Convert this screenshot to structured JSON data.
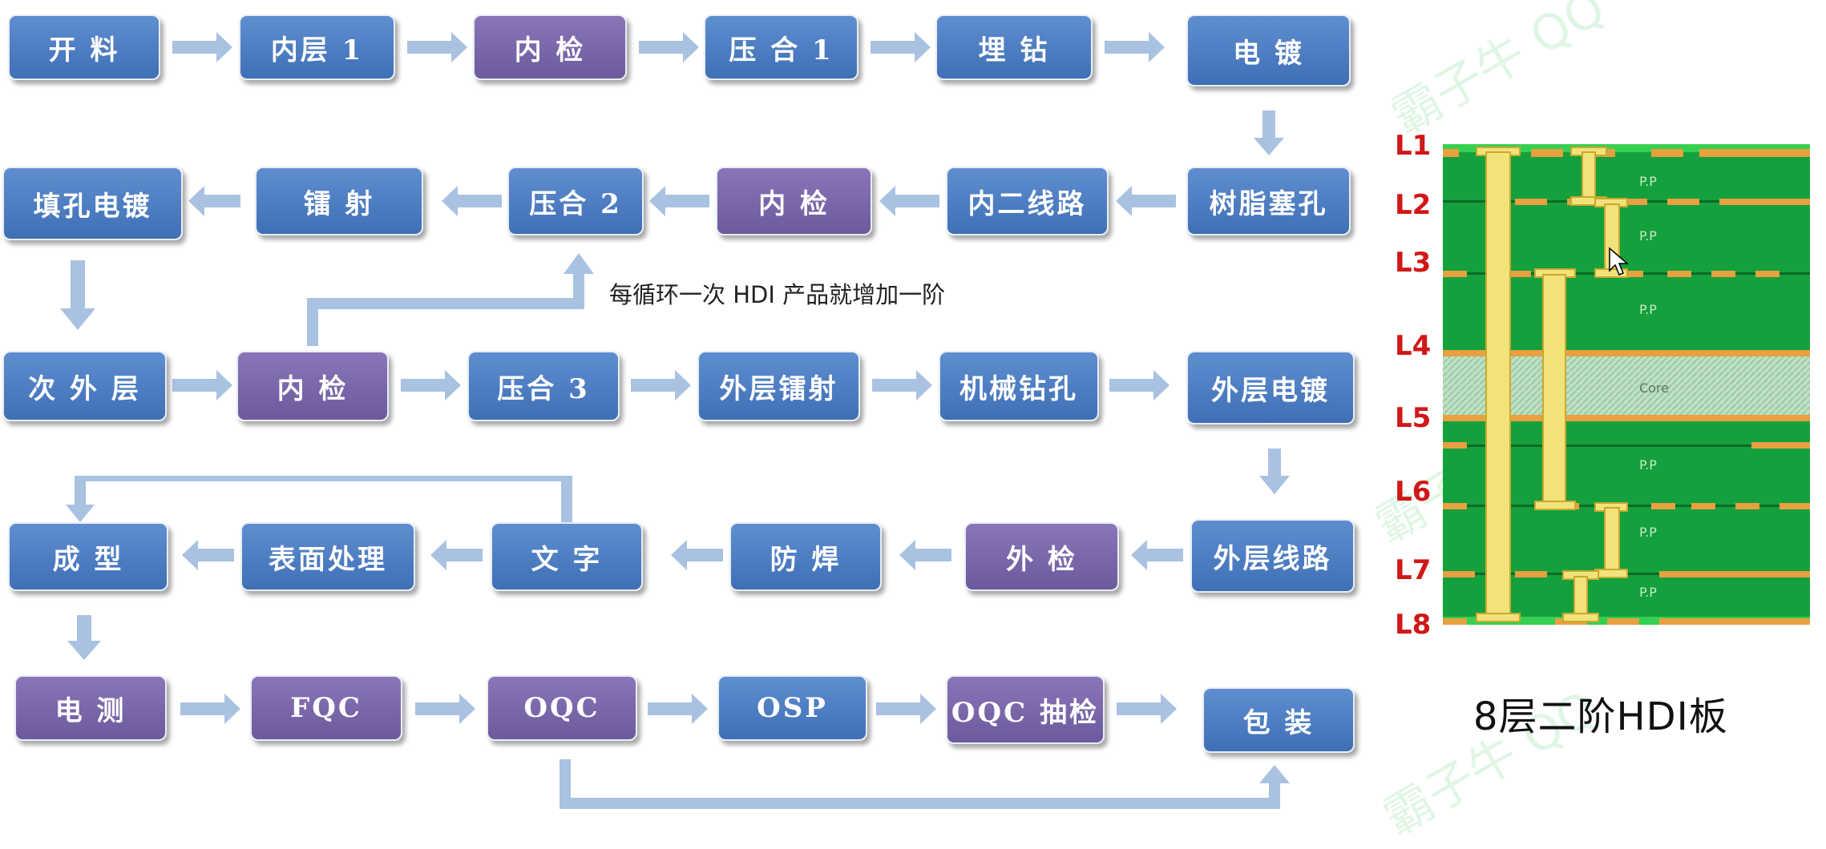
{
  "steps": [
    {
      "id": "s1",
      "label": "开 料",
      "variant": "blue"
    },
    {
      "id": "s2",
      "label": "内层 1",
      "variant": "blue"
    },
    {
      "id": "s3",
      "label": "内 检",
      "variant": "purple"
    },
    {
      "id": "s4",
      "label": "压 合 1",
      "variant": "blue"
    },
    {
      "id": "s5",
      "label": "埋 钻",
      "variant": "blue"
    },
    {
      "id": "s6",
      "label": "电 镀",
      "variant": "blue"
    },
    {
      "id": "s7",
      "label": "树脂塞孔",
      "variant": "blue"
    },
    {
      "id": "s8",
      "label": "内二线路",
      "variant": "blue"
    },
    {
      "id": "s9",
      "label": "内 检",
      "variant": "purple"
    },
    {
      "id": "s10",
      "label": "压合 2",
      "variant": "blue"
    },
    {
      "id": "s11",
      "label": "镭 射",
      "variant": "blue"
    },
    {
      "id": "s12",
      "label": "填孔电镀",
      "variant": "blue"
    },
    {
      "id": "s13",
      "label": "次 外 层",
      "variant": "blue"
    },
    {
      "id": "s14",
      "label": "内 检",
      "variant": "purple"
    },
    {
      "id": "s15",
      "label": "压合 3",
      "variant": "blue"
    },
    {
      "id": "s16",
      "label": "外层镭射",
      "variant": "blue"
    },
    {
      "id": "s17",
      "label": "机械钻孔",
      "variant": "blue"
    },
    {
      "id": "s18",
      "label": "外层电镀",
      "variant": "blue"
    },
    {
      "id": "s19",
      "label": "外层线路",
      "variant": "blue"
    },
    {
      "id": "s20",
      "label": "外 检",
      "variant": "purple"
    },
    {
      "id": "s21",
      "label": "防 焊",
      "variant": "blue"
    },
    {
      "id": "s22",
      "label": "文 字",
      "variant": "blue"
    },
    {
      "id": "s23",
      "label": "表面处理",
      "variant": "blue"
    },
    {
      "id": "s24",
      "label": "成 型",
      "variant": "blue"
    },
    {
      "id": "s25",
      "label": "电 测",
      "variant": "purple"
    },
    {
      "id": "s26",
      "label": "FQC",
      "variant": "purple"
    },
    {
      "id": "s27",
      "label": "OQC",
      "variant": "purple"
    },
    {
      "id": "s28",
      "label": "OSP",
      "variant": "blue"
    },
    {
      "id": "s29",
      "label": "OQC 抽检",
      "variant": "purple"
    },
    {
      "id": "s30",
      "label": "包 装",
      "variant": "blue"
    }
  ],
  "connections": [
    [
      "s1",
      "s2"
    ],
    [
      "s2",
      "s3"
    ],
    [
      "s3",
      "s4"
    ],
    [
      "s4",
      "s5"
    ],
    [
      "s5",
      "s6"
    ],
    [
      "s6",
      "s7"
    ],
    [
      "s7",
      "s8"
    ],
    [
      "s8",
      "s9"
    ],
    [
      "s9",
      "s10"
    ],
    [
      "s10",
      "s11"
    ],
    [
      "s11",
      "s12"
    ],
    [
      "s12",
      "s13"
    ],
    [
      "s13",
      "s14"
    ],
    [
      "s14",
      "s10"
    ],
    [
      "s14",
      "s15"
    ],
    [
      "s15",
      "s16"
    ],
    [
      "s16",
      "s17"
    ],
    [
      "s17",
      "s18"
    ],
    [
      "s18",
      "s19"
    ],
    [
      "s19",
      "s20"
    ],
    [
      "s20",
      "s21"
    ],
    [
      "s21",
      "s22"
    ],
    [
      "s22",
      "s23"
    ],
    [
      "s23",
      "s24"
    ],
    [
      "s22",
      "s24"
    ],
    [
      "s24",
      "s25"
    ],
    [
      "s25",
      "s26"
    ],
    [
      "s26",
      "s27"
    ],
    [
      "s27",
      "s28"
    ],
    [
      "s28",
      "s29"
    ],
    [
      "s29",
      "s30"
    ],
    [
      "s27",
      "s30"
    ]
  ],
  "loop_note": "每循环一次 HDI 产品就增加一阶",
  "board": {
    "caption": "8层二阶HDI板",
    "layers": [
      "L1",
      "L2",
      "L3",
      "L4",
      "L5",
      "L6",
      "L7",
      "L8"
    ],
    "material_labels": [
      "P.P",
      "P.P",
      "P.P",
      "Core",
      "P.P",
      "P.P",
      "P.P"
    ]
  },
  "colors": {
    "process_step": "#4a7bbf",
    "inspection_step": "#7b68a8",
    "arrow": "#a9c2e2",
    "board_green": "#14a03c",
    "copper": "#e8a040",
    "via_fill": "#f2e27a",
    "layer_label": "#d01818"
  }
}
